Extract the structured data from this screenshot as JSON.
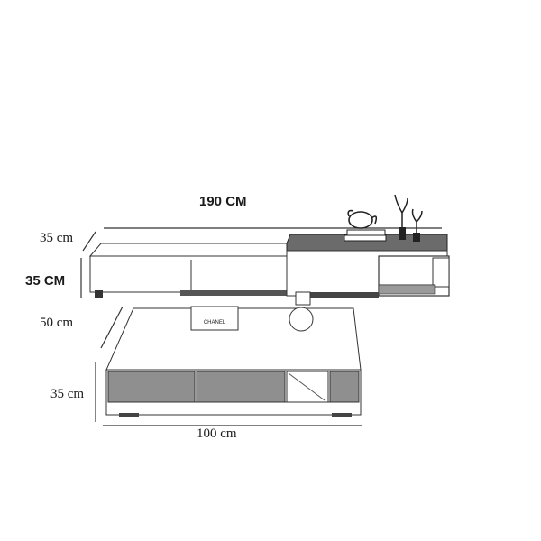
{
  "dimensions": {
    "tv_width": "190 CM",
    "tv_depth": "35 cm",
    "tv_height": "35 CM",
    "table_depth": "50 cm",
    "table_height": "35 cm",
    "table_width": "100 cm"
  },
  "box_label": "CHANEL"
}
